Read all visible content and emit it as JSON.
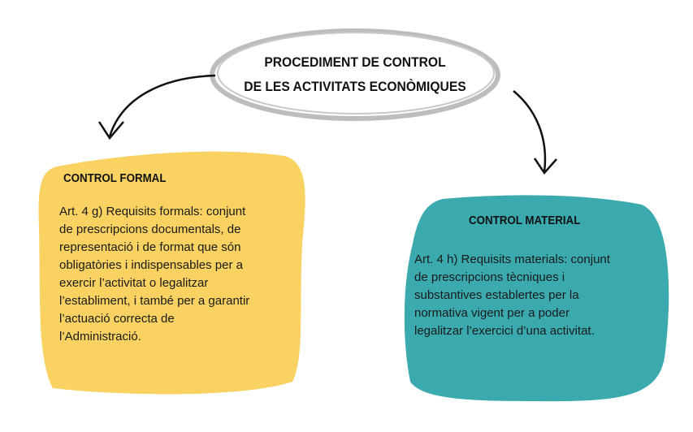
{
  "title": {
    "lines": [
      "PROCEDIMENT DE CONTROL",
      "DE LES ACTIVITATS ECONÒMIQUES"
    ]
  },
  "formal": {
    "heading": "CONTROL FORMAL",
    "lines": [
      "Art. 4 g) Requisits formals: conjunt",
      "de prescripcions documentals, de",
      "representació i de format que són",
      "obligatòries i indispensables per a",
      "exercir l’activitat o legalitzar",
      "l’establiment, i també per a garantir",
      "l’actuació correcta de",
      "l’Administració."
    ]
  },
  "material": {
    "heading": "CONTROL MATERIAL",
    "lines": [
      "Art. 4 h) Requisits materials: conjunt",
      "de prescripcions tècniques i",
      "substantives establertes per la",
      "normativa vigent per a poder",
      "legalitzar l’exercici d’una activitat."
    ]
  },
  "colors": {
    "formal": "#F9D262",
    "material": "#3BAAAE",
    "outline": "#BDBDBD"
  }
}
